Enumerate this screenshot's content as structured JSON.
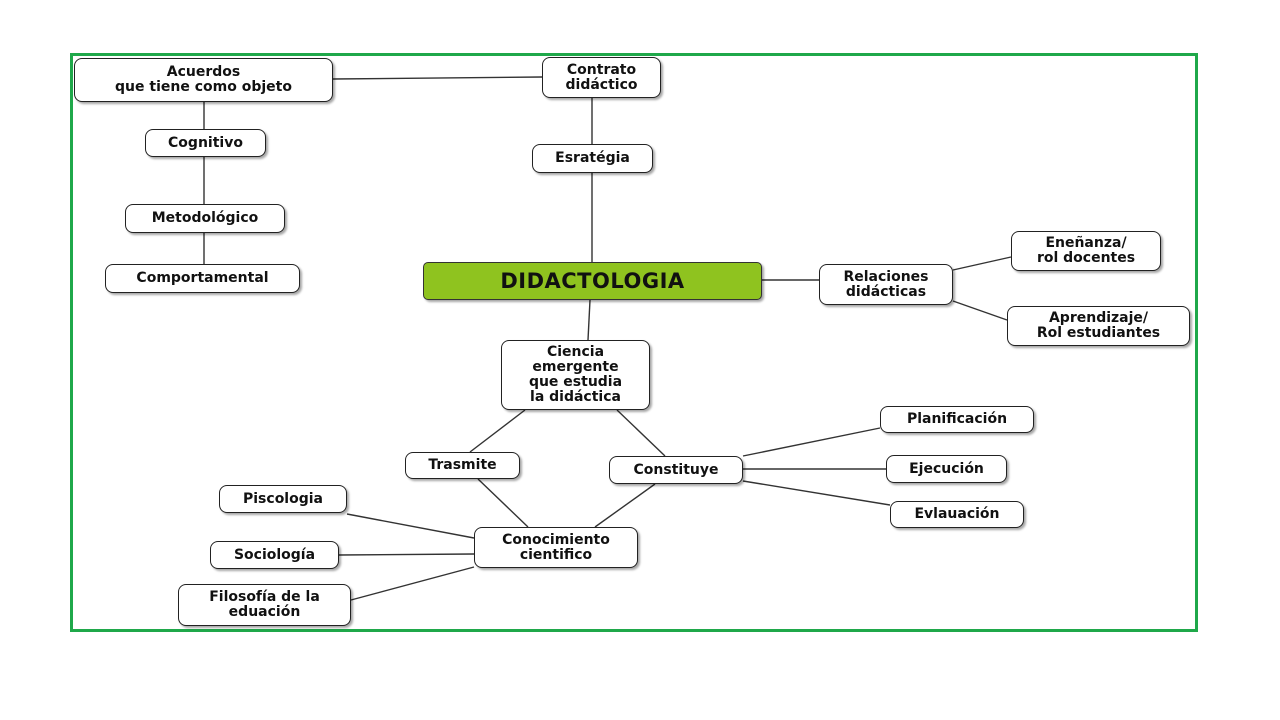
{
  "diagram": {
    "frame_color": "#1fa84a",
    "root_color": "#8fc31f",
    "nodes": {
      "didactologia": "DIDACTOLOGIA",
      "contrato": "Contrato\ndidáctico",
      "acuerdos": "Acuerdos\nque tiene como objeto",
      "cognitivo": "Cognitivo",
      "metodologico": "Metodológico",
      "comportamental": "Comportamental",
      "estrategia": "Esratégia",
      "relaciones": "Relaciones\ndidácticas",
      "ensenanza": "Eneñanza/\nrol docentes",
      "aprendizaje": "Aprendizaje/\nRol estudiantes",
      "ciencia": "Ciencia\nemergente\nque estudia\nla didáctica",
      "trasmite": "Trasmite",
      "constituye": "Constituye",
      "planificacion": "Planificación",
      "ejecucion": "Ejecución",
      "evaluacion": "Evlauación",
      "conocimiento": "Conocimiento\ncientifico",
      "piscologia": "Piscologia",
      "sociologia": "Sociología",
      "filosofia": "Filosofía de la\neduación"
    }
  }
}
